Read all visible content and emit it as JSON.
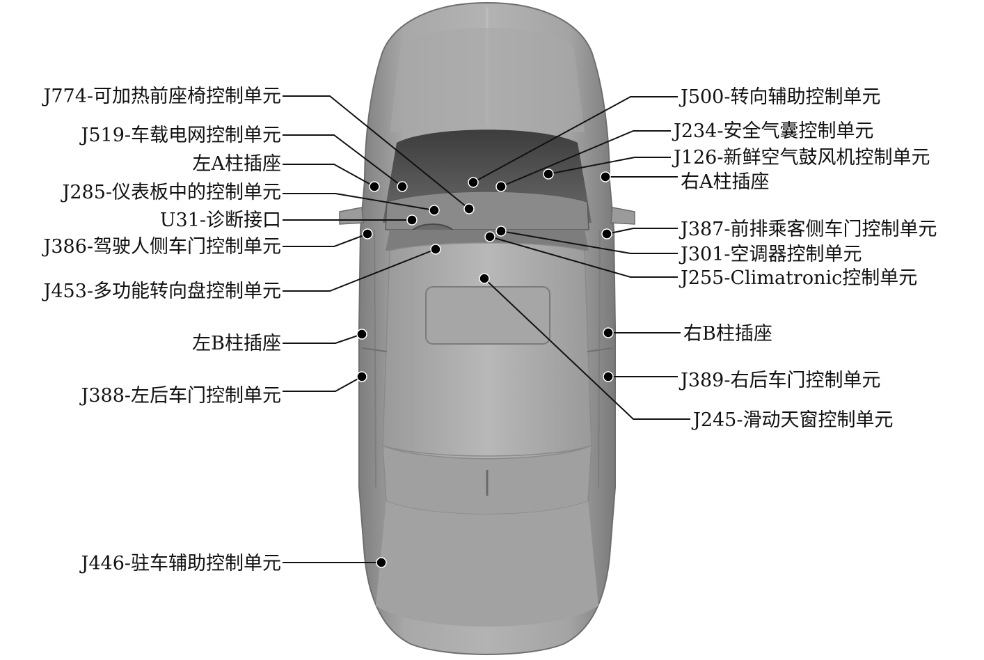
{
  "colors": {
    "background": "#ffffff",
    "car_body": "#a3a3a3",
    "car_shadow": "#7b7b7b",
    "car_highlight": "#c8c8c8",
    "glass": "#5b5b5b",
    "line": "#111111",
    "text": "#111111"
  },
  "labels": {
    "left": [
      {
        "id": "j774",
        "text": "J774-可加热前座椅控制单元"
      },
      {
        "id": "j519",
        "text": "J519-车载电网控制单元"
      },
      {
        "id": "left_a",
        "text": "左A柱插座"
      },
      {
        "id": "j285",
        "text": "J285-仪表板中的控制单元"
      },
      {
        "id": "u31",
        "text": "U31-诊断接口"
      },
      {
        "id": "j386",
        "text": "J386-驾驶人侧车门控制单元"
      },
      {
        "id": "j453",
        "text": "J453-多功能转向盘控制单元"
      },
      {
        "id": "left_b",
        "text": "左B柱插座"
      },
      {
        "id": "j388",
        "text": "J388-左后车门控制单元"
      },
      {
        "id": "j446",
        "text": "J446-驻车辅助控制单元"
      }
    ],
    "right": [
      {
        "id": "j500",
        "text": "J500-转向辅助控制单元"
      },
      {
        "id": "j234",
        "text": "J234-安全气囊控制单元"
      },
      {
        "id": "j126",
        "text": "J126-新鲜空气鼓风机控制单元"
      },
      {
        "id": "right_a",
        "text": "右A柱插座"
      },
      {
        "id": "j387",
        "text": "J387-前排乘客侧车门控制单元"
      },
      {
        "id": "j301",
        "text": "J301-空调器控制单元"
      },
      {
        "id": "j255",
        "text": "J255-Climatronic控制单元"
      },
      {
        "id": "right_b",
        "text": "右B柱插座"
      },
      {
        "id": "j389",
        "text": "J389-右后车门控制单元"
      },
      {
        "id": "j245",
        "text": "J245-滑动天窗控制单元"
      }
    ]
  }
}
